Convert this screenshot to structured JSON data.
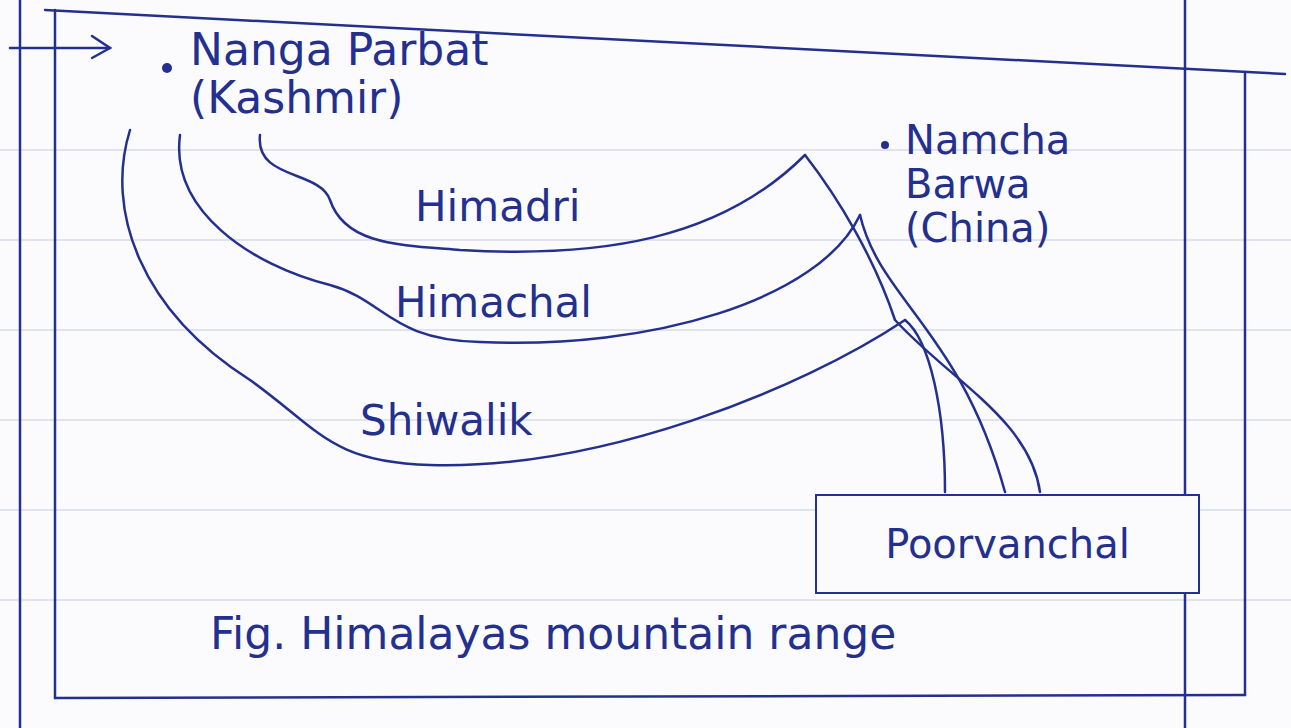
{
  "diagram": {
    "caption": "Fig. Himalayas mountain range",
    "nodes": [
      {
        "text": [
          "Poorvanchal"
        ]
      }
    ],
    "labels": [
      "Nanga Parbat (Kashmir)",
      "Himadri",
      "Himachal",
      "Shiwalik",
      "Namcha Barwa (China)"
    ]
  }
}
